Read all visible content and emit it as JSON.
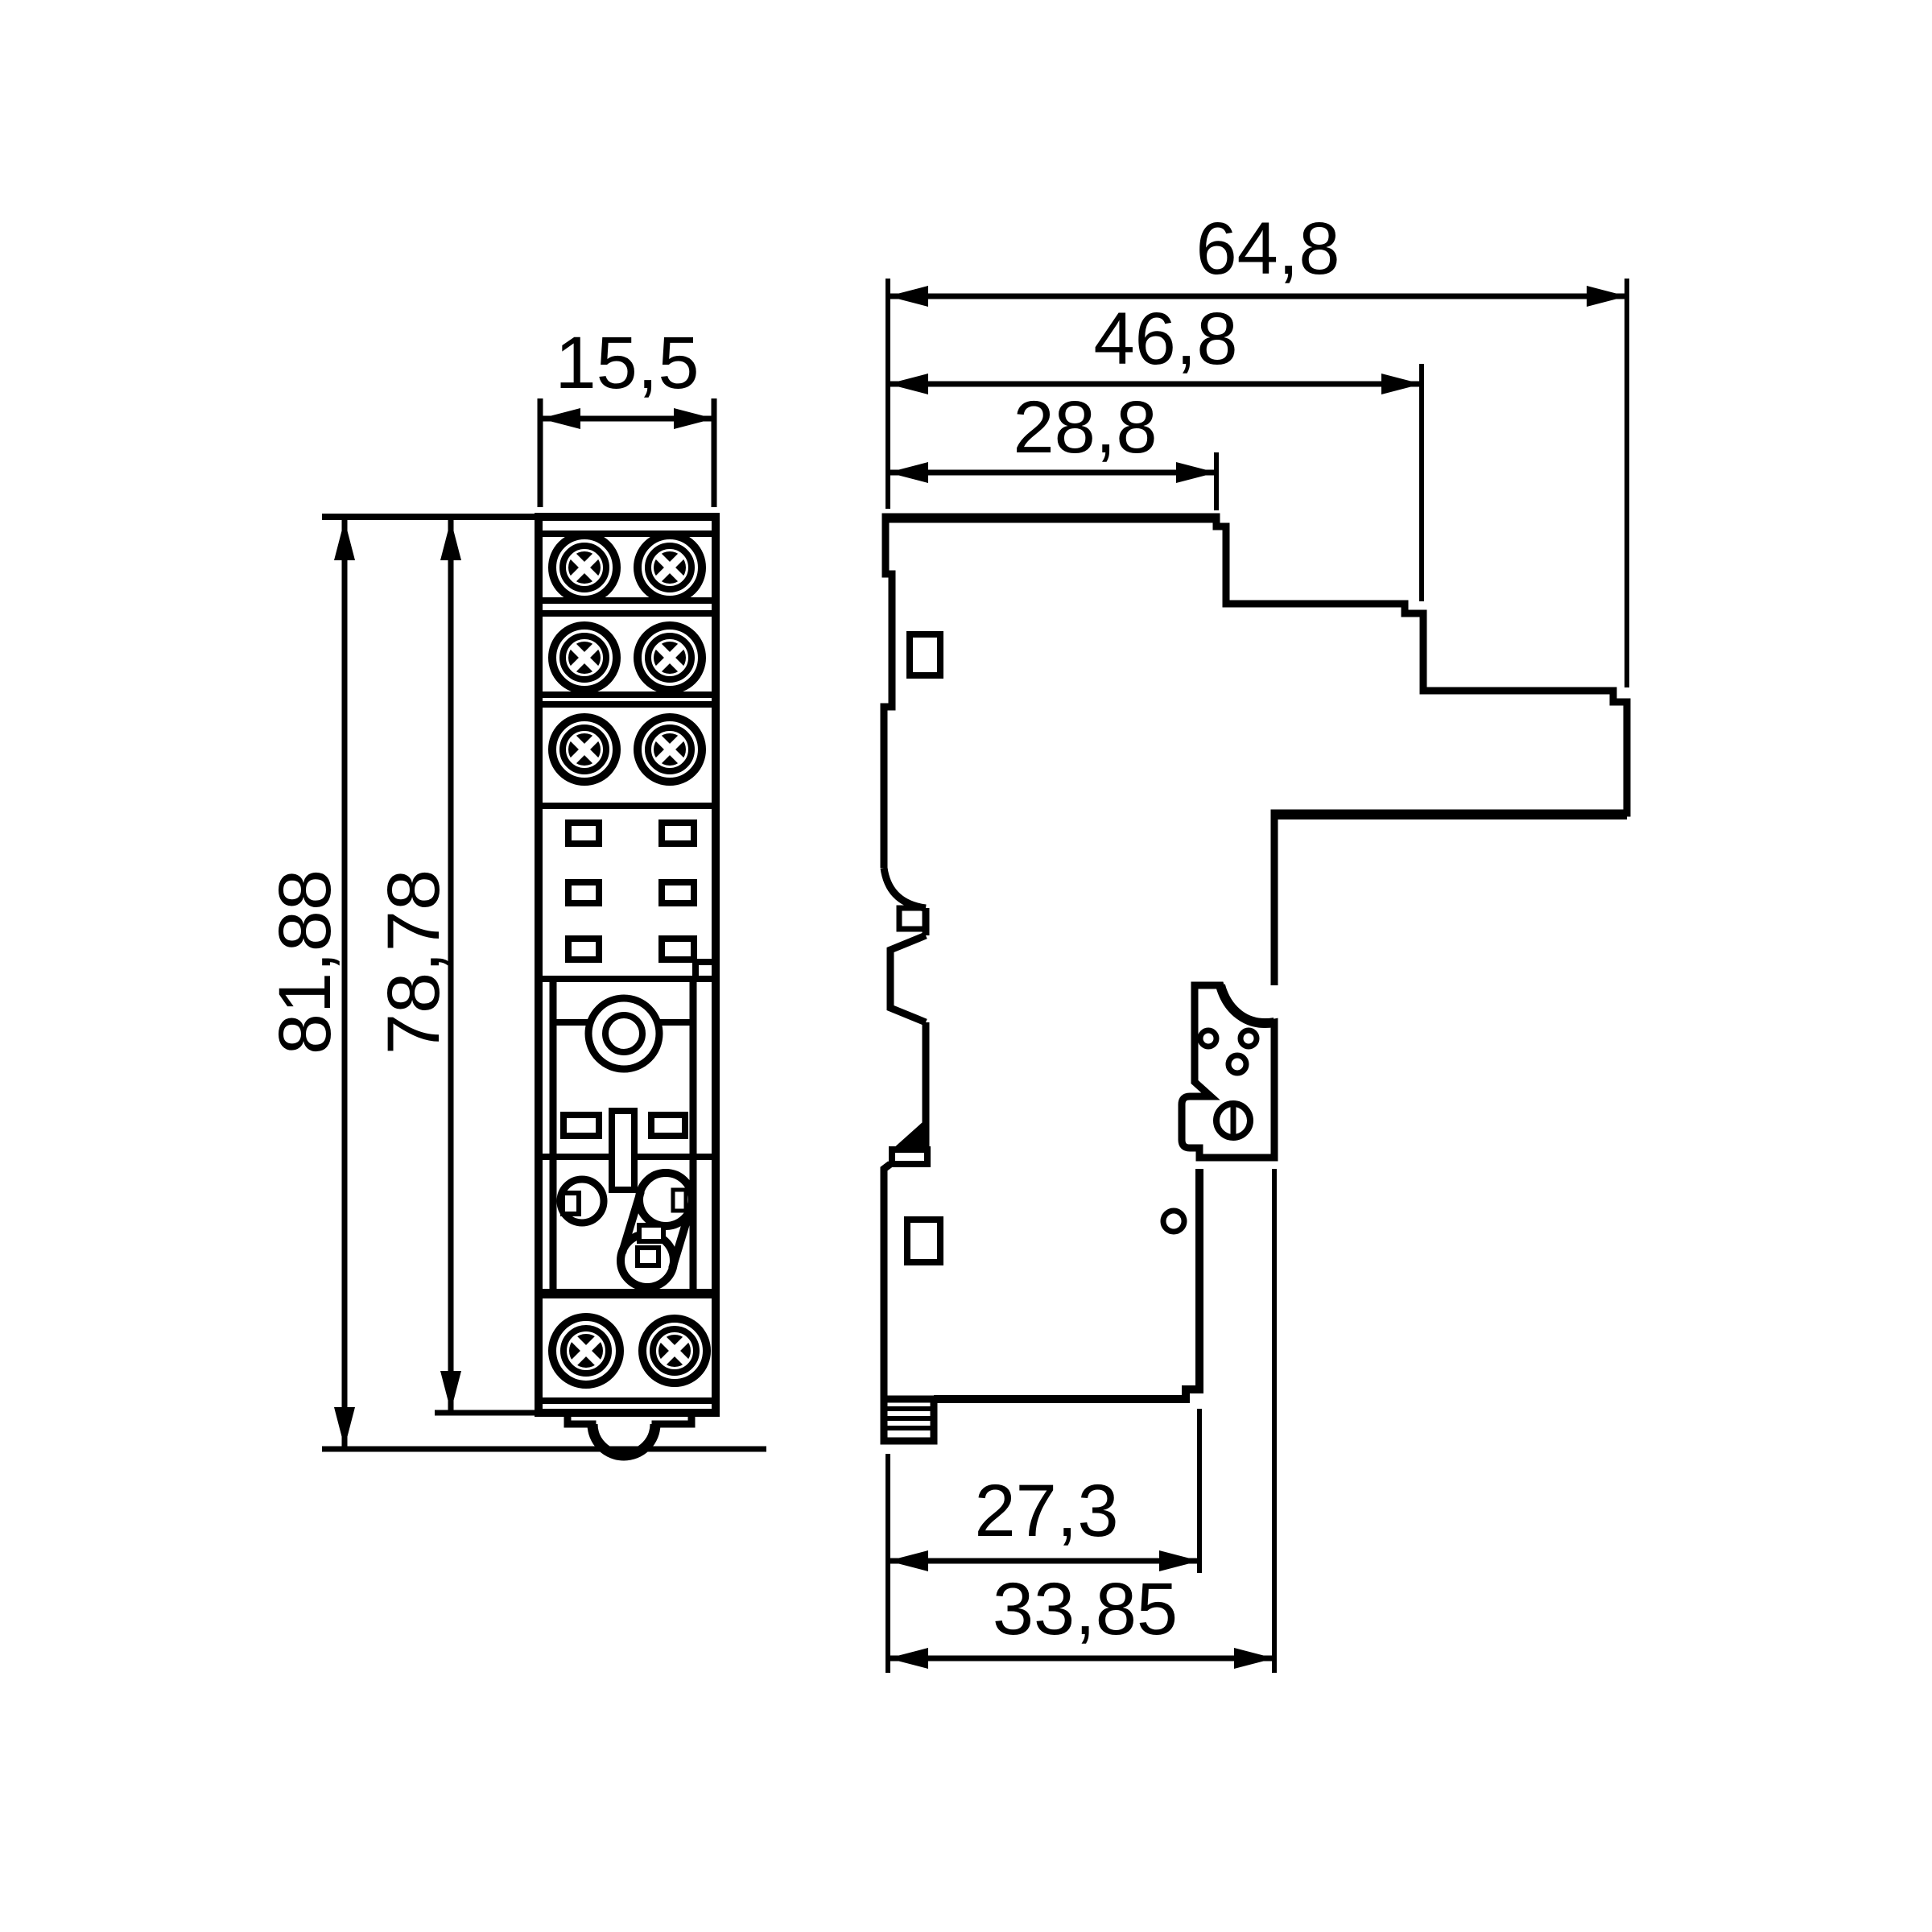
{
  "drawing": {
    "background": "#ffffff",
    "line_color": "#000000",
    "front_view": {
      "width": "15,5",
      "height_total": "81,88",
      "height_body": "78,78"
    },
    "side_view": {
      "depth_total": "64,8",
      "depth_mid": "46,8",
      "depth_top": "28,8",
      "depth_bottom_body": "27,3",
      "depth_bottom_total": "33,85"
    }
  }
}
